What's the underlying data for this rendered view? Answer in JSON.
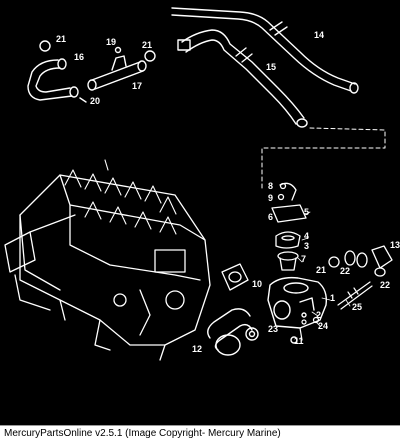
{
  "caption": "MercuryPartsOnline v2.5.1 (Image Copyright- Mercury Marine)",
  "colors": {
    "background": "#000000",
    "line": "#ffffff",
    "label": "#ffffff",
    "caption_bar": "#ffffff"
  },
  "callouts": [
    "1",
    "2",
    "3",
    "4",
    "5",
    "6",
    "7",
    "8",
    "9",
    "10",
    "11",
    "12",
    "13",
    "14",
    "15",
    "16",
    "17",
    "19",
    "20",
    "21",
    "21",
    "21",
    "22",
    "22",
    "23",
    "24",
    "25"
  ]
}
